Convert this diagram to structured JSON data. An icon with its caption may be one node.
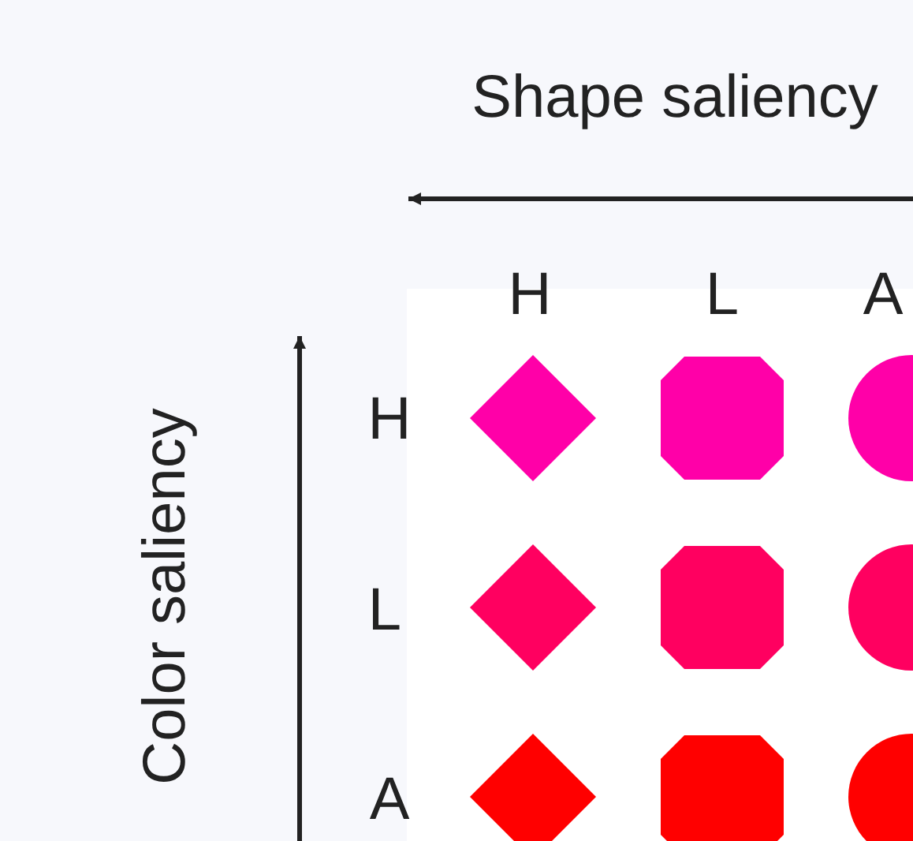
{
  "diagram": {
    "nodes": [
      {
        "text": [],
        "shape": "diamond"
      },
      {
        "text": [],
        "shape": "octagon"
      },
      {
        "text": [],
        "shape": "circle"
      },
      {
        "text": [],
        "shape": "diamond"
      },
      {
        "text": [],
        "shape": "octagon"
      },
      {
        "text": [],
        "shape": "circle"
      },
      {
        "text": [],
        "shape": "diamond"
      },
      {
        "text": [],
        "shape": "octagon"
      },
      {
        "text": [],
        "shape": "circle"
      }
    ],
    "edges": [],
    "labels": [
      "Shape saliency",
      "Color saliency",
      "H",
      "L",
      "A",
      "H",
      "L",
      "A"
    ]
  }
}
